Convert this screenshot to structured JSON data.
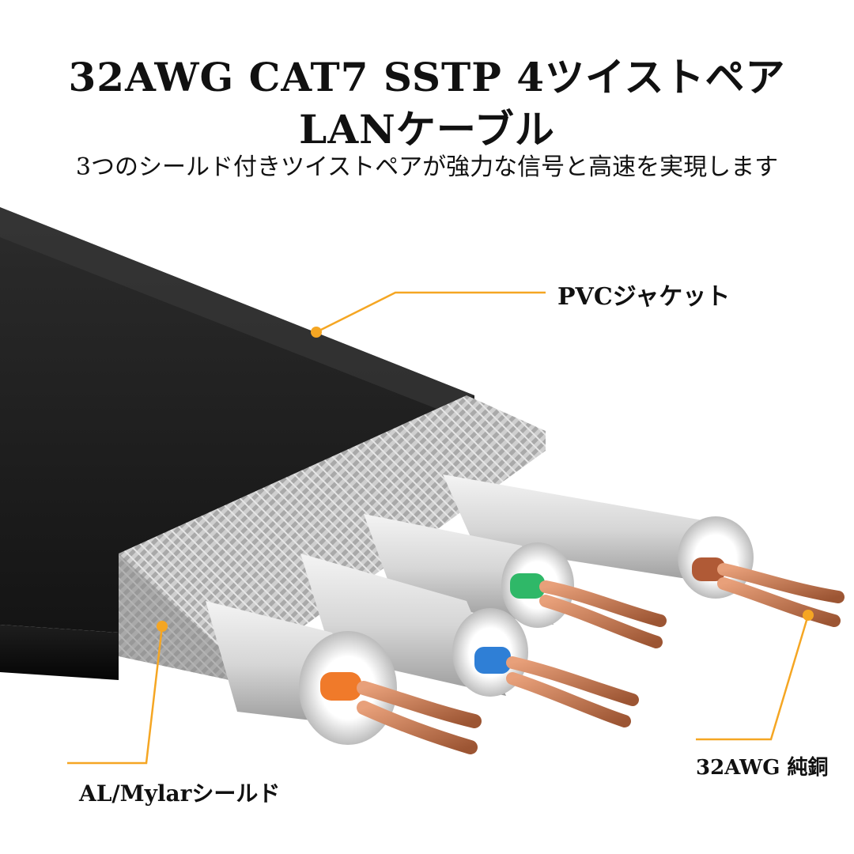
{
  "title_line1": "32AWG CAT7 SSTP 4ツイストペア",
  "title_line2": "LANケーブル",
  "subtitle": "3つのシールド付きツイストペアが強力な信号と高速を実現します",
  "callouts": {
    "jacket": "PVCジャケット",
    "shield": "AL/Mylarシールド",
    "copper": "32AWG 純銅"
  },
  "colors": {
    "jacket": "#1a1a1a",
    "accent": "#f5a623",
    "braid": "#bfbfbf",
    "copper": "#c8774e",
    "insulation_orange": "#f07a2a",
    "insulation_blue": "#2f7fd6",
    "insulation_green": "#2fb868",
    "insulation_brown": "#b05a36"
  }
}
